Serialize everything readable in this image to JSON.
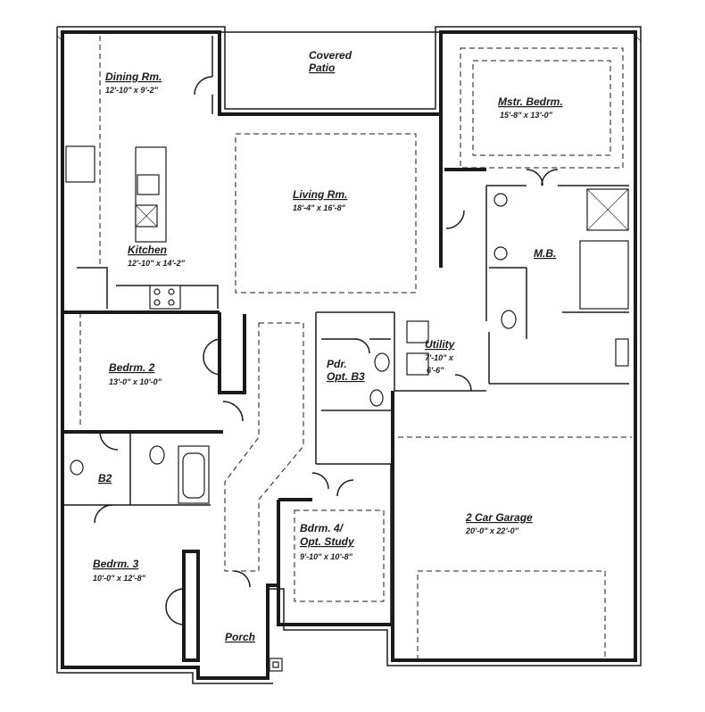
{
  "plan": {
    "rooms": [
      {
        "id": "covered-patio",
        "name_line1": "Covered",
        "name_line2": "Patio"
      },
      {
        "id": "dining",
        "name": "Dining Rm.",
        "dims": "12'-10\" x 9'-2\""
      },
      {
        "id": "master-bedroom",
        "name": "Mstr. Bedrm.",
        "dims": "15'-8\" x 13'-0\""
      },
      {
        "id": "living",
        "name": "Living Rm.",
        "dims": "18'-4\" x 16'-8\""
      },
      {
        "id": "kitchen",
        "name": "Kitchen",
        "dims": "12'-10\" x 14'-2\""
      },
      {
        "id": "master-bath",
        "name": "M.B."
      },
      {
        "id": "utility",
        "name": "Utility",
        "dims_line1": "7'-10\" x",
        "dims_line2": "6'-6\""
      },
      {
        "id": "bedroom-2",
        "name": "Bedrm. 2",
        "dims": "13'-0\" x 10'-0\""
      },
      {
        "id": "powder",
        "name_line1": "Pdr.",
        "name_line2": "Opt. B3"
      },
      {
        "id": "bath-2",
        "name": "B2"
      },
      {
        "id": "garage",
        "name": "2 Car Garage",
        "dims": "20'-0\" x 22'-0\""
      },
      {
        "id": "bedroom-4",
        "name_line1": "Bdrm. 4/",
        "name_line2": "Opt. Study",
        "dims": "9'-10\" x 10'-8\""
      },
      {
        "id": "bedroom-3",
        "name": "Bedrm. 3",
        "dims": "10'-0\" x 12'-8\""
      },
      {
        "id": "porch",
        "name": "Porch"
      }
    ]
  }
}
